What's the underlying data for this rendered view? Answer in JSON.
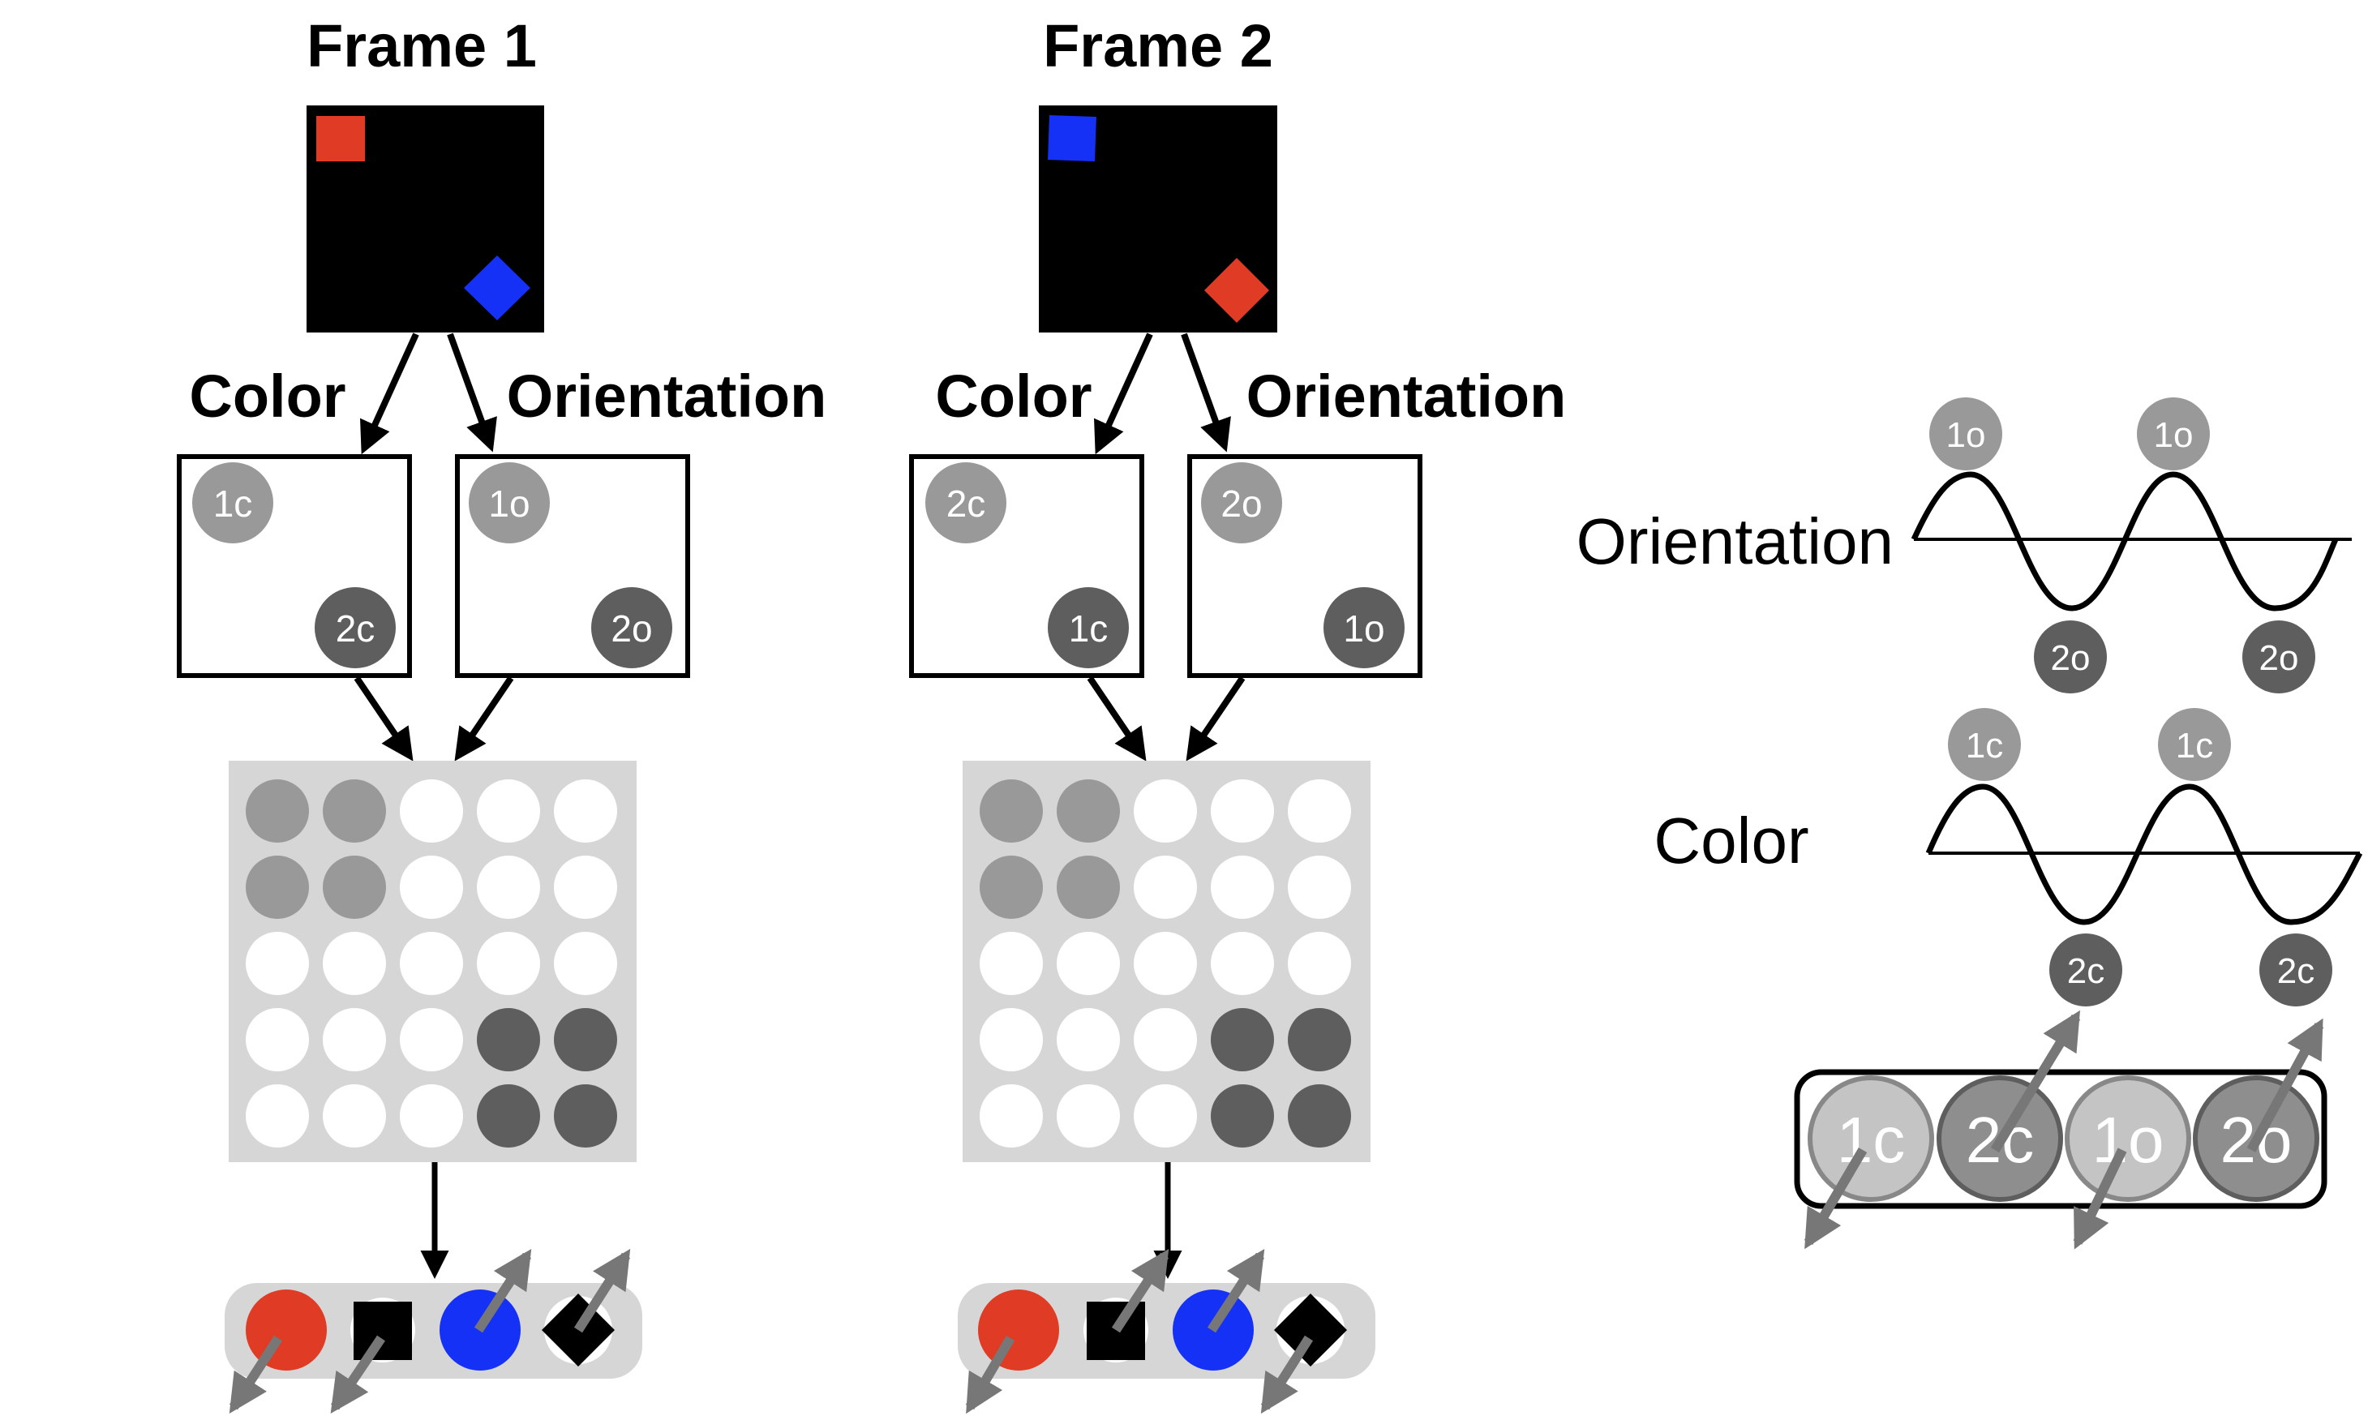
{
  "frames": [
    {
      "title": "Frame 1",
      "color_label": "Color",
      "orientation_label": "Orientation",
      "color_map": {
        "top": "1c",
        "bottom": "2c"
      },
      "orientation_map": {
        "top": "1o",
        "bottom": "2o"
      },
      "stimulus": {
        "top_left": {
          "shape": "square",
          "color": "#e03b24"
        },
        "bottom_right": {
          "shape": "diamond",
          "color": "#1531f5"
        }
      }
    },
    {
      "title": "Frame 2",
      "color_label": "Color",
      "orientation_label": "Orientation",
      "color_map": {
        "top": "2c",
        "bottom": "1c"
      },
      "orientation_map": {
        "top": "2o",
        "bottom": "1o"
      },
      "stimulus": {
        "top_left": {
          "shape": "square",
          "color": "#1531f5"
        },
        "bottom_right": {
          "shape": "diamond",
          "color": "#e03b24"
        }
      }
    }
  ],
  "wave_panel": {
    "orientation_label": "Orientation",
    "color_label": "Color",
    "orientation_peaks": [
      "1o",
      "1o"
    ],
    "orientation_troughs": [
      "2o",
      "2o"
    ],
    "color_peaks": [
      "1c",
      "1c"
    ],
    "color_troughs": [
      "2c",
      "2c"
    ],
    "units": [
      "1c",
      "2c",
      "1o",
      "2o"
    ]
  },
  "colors": {
    "red": "#e03b24",
    "blue": "#1531f5",
    "light_gray_unit": "#999999",
    "dark_gray_unit": "#5e5e5e",
    "grid_bg": "#d6d6d6",
    "arrow_gray": "#777777"
  }
}
